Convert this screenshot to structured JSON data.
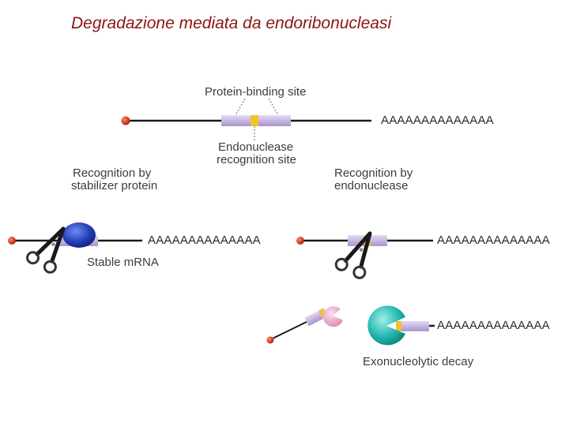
{
  "title": "Degradazione mediata da endoribonucleasi",
  "labels": {
    "protein_binding_site": "Protein-binding site",
    "endonuclease_site_line1": "Endonuclease",
    "endonuclease_site_line2": "recognition site",
    "stabilizer_line1": "Recognition by",
    "stabilizer_line2": "stabilizer protein",
    "endonuclease_recog_line1": "Recognition by",
    "endonuclease_recog_line2": "endonuclease",
    "stable_mrna": "Stable mRNA",
    "exonucleolytic_decay": "Exonucleolytic decay"
  },
  "poly_a_tail": "AAAAAAAAAAAAAA",
  "colors": {
    "title": "#8b1414",
    "cap": "#d42a1a",
    "site_box": "#c9b8e0",
    "site_mark": "#f2c230",
    "stabilizer": "#1f3aa8",
    "exonuclease": "#1ba39c",
    "decay_fragment_end": "#e9a2c8"
  },
  "icons": [
    "scissors-icon",
    "stabilizer-protein-icon",
    "exonuclease-icon",
    "five-prime-cap-icon"
  ]
}
